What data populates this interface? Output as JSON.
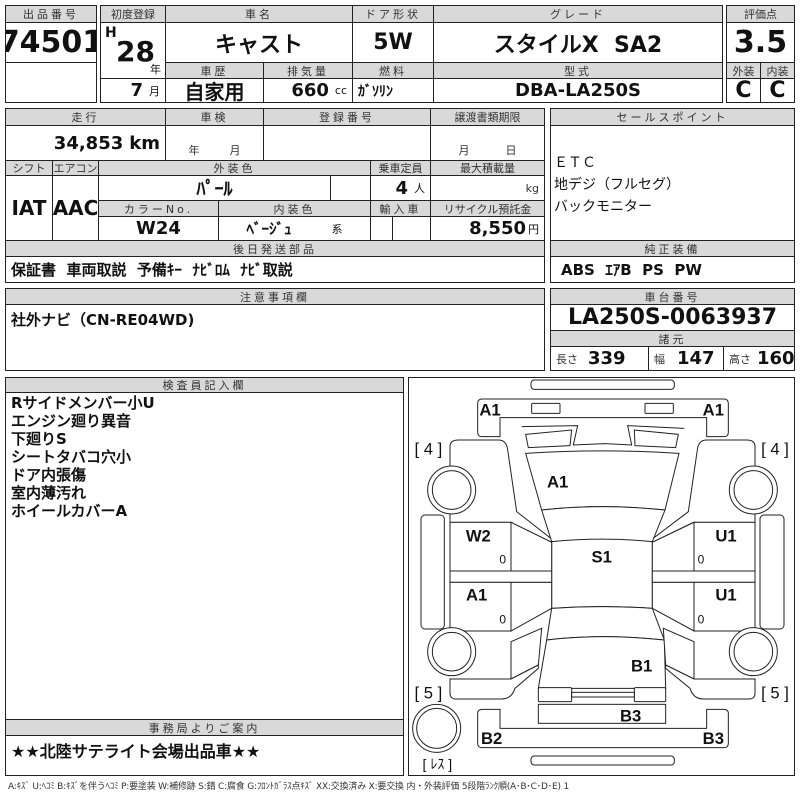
{
  "lot": {
    "label": "出品番号",
    "value": "74501"
  },
  "first_reg": {
    "label": "初度登録",
    "era": "H",
    "year": "28",
    "year_unit": "年",
    "month": "7",
    "month_unit": "月"
  },
  "car_name": {
    "label": "車名",
    "value": "キャスト"
  },
  "door": {
    "label": "ドア形状",
    "value": "5W"
  },
  "grade": {
    "label": "グレード",
    "value": "スタイルX  SA2"
  },
  "history": {
    "label": "車歴",
    "value": "自家用"
  },
  "displacement": {
    "label": "排気量",
    "value": "660",
    "unit": "cc"
  },
  "fuel": {
    "label": "燃料",
    "value": "ｶﾞｿﾘﾝ"
  },
  "model": {
    "label": "型式",
    "value": "DBA-LA250S"
  },
  "score": {
    "label": "評価点",
    "value": "3.5",
    "ext_label": "外装",
    "int_label": "内装",
    "ext": "C",
    "int": "C"
  },
  "mileage": {
    "label": "走行",
    "value": "34,853",
    "unit": "km"
  },
  "inspection": {
    "label": "車検",
    "year_unit": "年",
    "month_unit": "月"
  },
  "reg_number": {
    "label": "登録番号"
  },
  "transfer": {
    "label": "譲渡書類期限",
    "month_unit": "月",
    "day_unit": "日"
  },
  "shift": {
    "label": "シフト",
    "value": "IAT"
  },
  "aircon": {
    "label": "エアコン",
    "value": "AAC"
  },
  "ext_color": {
    "label": "外装色",
    "value": "ﾊﾟｰﾙ"
  },
  "capacity": {
    "label": "乗車定員",
    "value": "4",
    "unit": "人"
  },
  "max_load": {
    "label": "最大積載量",
    "unit": "kg"
  },
  "color_no": {
    "label": "カラーNo.",
    "value": "W24"
  },
  "int_color": {
    "label": "内装色",
    "value": "ﾍﾞｰｼﾞｭ",
    "unit": "系"
  },
  "import": {
    "label": "輸入車"
  },
  "recycle": {
    "label": "リサイクル預託金",
    "value": "8,550",
    "unit": "円"
  },
  "later_parts": {
    "label": "後日発送部品",
    "value": "保証書  車両取説  予備ｷｰ  ﾅﾋﾞﾛﾑ  ﾅﾋﾞ取説"
  },
  "sales_points": {
    "label": "セールスポイント",
    "items": [
      "ＥＴＣ",
      "地デジ（フルセグ）",
      "バックモニター"
    ]
  },
  "equipment": {
    "label": "純正装備",
    "value": "ABS  ｴｱB  PS  PW"
  },
  "notes": {
    "label": "注意事項欄",
    "value": "社外ナビ（CN-RE04WD)"
  },
  "chassis": {
    "label": "車台番号",
    "value": "LA250S-0063937"
  },
  "specs": {
    "label": "諸元",
    "length_label": "長さ",
    "length": "339",
    "width_label": "幅",
    "width": "147",
    "height_label": "高さ",
    "height": "160"
  },
  "inspector": {
    "label": "検査員記入欄",
    "items": [
      "Rサイドメンバー小U",
      "エンジン廻り異音",
      "下廻りS",
      "シートタバコ穴小",
      "ドア内張傷",
      "室内薄汚れ",
      "ホイールカバーA"
    ]
  },
  "office": {
    "label": "事務局よりご案内",
    "value": "★★北陸サテライト会場出品車★★"
  },
  "diagram": {
    "front_left": "A1",
    "front_right": "A1",
    "hood": "A1",
    "tire_fl": "[ 4 ]",
    "tire_fr": "[ 4 ]",
    "tire_rl": "[ 5 ]",
    "tire_rr": "[ 5 ]",
    "spare": "[ ﾚｽ ]",
    "door_fl": "W2",
    "door_fr": "U1",
    "door_rl": "A1",
    "door_rr": "U1",
    "door_fl_n": "0",
    "door_fr_n": "0",
    "door_rl_n": "0",
    "door_rr_n": "0",
    "roof": "S1",
    "rear": "B1",
    "trunk": "B3",
    "rear_left": "B2",
    "rear_right": "B3"
  },
  "legend": "A:ｷｽﾞ  U:ﾍｺﾐ  B:ｷｽﾞを伴うﾍｺﾐ  P:要塗装  W:補修跡  S:錆  C:腐食  G:ﾌﾛﾝﾄｶﾞﾗｽ点ｷｽﾞ  XX:交換済み  X:要交換   内・外装評価  5段階ﾗﾝｸ順(A･B･C･D･E) 1"
}
